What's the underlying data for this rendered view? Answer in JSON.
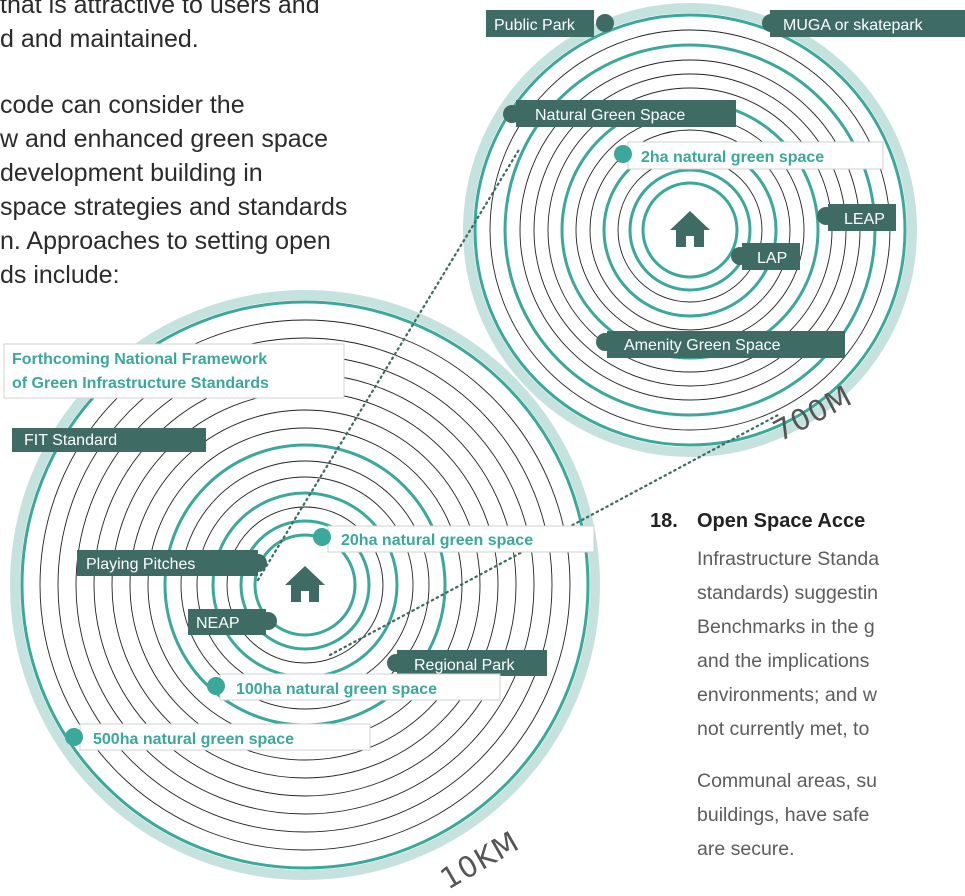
{
  "body_text": {
    "left_lines": [
      "that is attractive to users and",
      "d and maintained.",
      "",
      " code can consider the",
      "w and enhanced green space",
      "development building in",
      "space strategies and standards",
      "n. Approaches to setting open",
      "ds include:"
    ]
  },
  "section_18": {
    "number": "18.",
    "heading": "Open Space Acce",
    "lines": [
      "Infrastructure Standa",
      "standards) suggestin",
      "Benchmarks in the g",
      "and the implications",
      "environments; and w",
      "not currently met, to",
      "",
      "Communal areas, su",
      "buildings, have safe",
      "are secure."
    ]
  },
  "diagram_small": {
    "scale_label": "700M",
    "home_icon": "home-icon",
    "labels": {
      "public_park": "Public Park",
      "muga": "MUGA or skatepark",
      "natural_green_space": "Natural Green Space",
      "natural_2ha": "2ha natural green space",
      "leap": "LEAP",
      "lap": "LAP",
      "amenity": "Amenity Green Space"
    }
  },
  "diagram_large": {
    "scale_label": "10KM",
    "home_icon": "home-icon",
    "labels": {
      "framework_line1": "Forthcoming National Framework",
      "framework_line2": "of Green Infrastructure Standards",
      "fit": "FIT Standard",
      "natural_20ha": "20ha natural green space",
      "playing_pitches": "Playing Pitches",
      "neap": "NEAP",
      "regional_park": "Regional Park",
      "natural_100ha": "100ha natural green space",
      "natural_500ha": "500ha natural green space"
    }
  },
  "colors": {
    "dark_teal": "#3e6b63",
    "light_teal": "#3aa89a",
    "outer_ring": "#c5e2de",
    "thin_line": "#222222",
    "dotted": "#3f6a62"
  }
}
